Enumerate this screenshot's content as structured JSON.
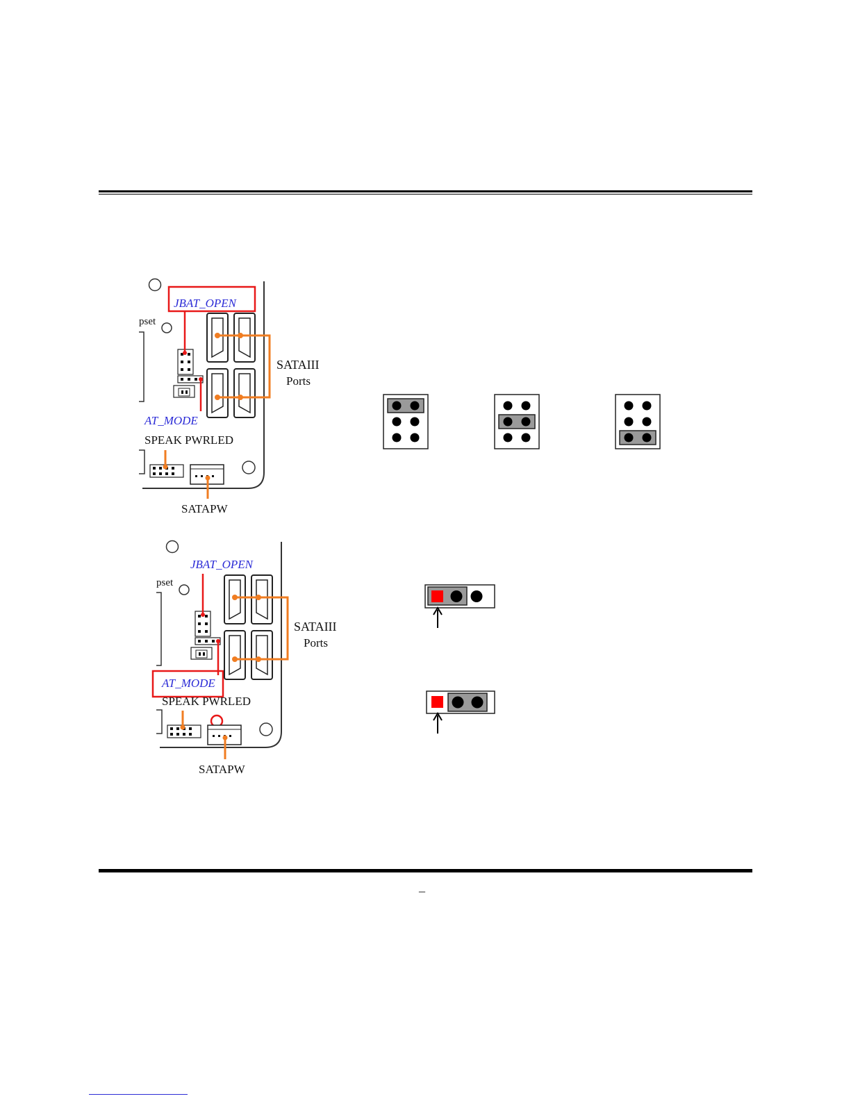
{
  "colors": {
    "highlight_box": "#e81818",
    "connector_line": "#f07d22",
    "jumper_label": "#2b2bd6",
    "cap_red": "#ff0000",
    "jumper_fill": "#9a9a9a"
  },
  "figure1": {
    "jbat_label": "JBAT_OPEN",
    "atmode_label": "AT_MODE",
    "pset_label": "pset",
    "sata_label_line1": "SATAIII",
    "sata_label_line2": "Ports",
    "speak_pwrled_label": "SPEAK PWRLED",
    "satapw_label": "SATAPW",
    "highlighted": "JBAT_OPEN"
  },
  "figure2": {
    "jbat_label": "JBAT_OPEN",
    "atmode_label": "AT_MODE",
    "pset_label": "pset",
    "sata_label_line1": "SATAIII",
    "sata_label_line2": "Ports",
    "speak_pwrled_label": "SPEAK PWRLED",
    "satapw_label": "SATAPW",
    "highlighted": "AT_MODE"
  },
  "jbat_settings": [
    {
      "capped_row": 1
    },
    {
      "capped_row": 2
    },
    {
      "capped_row": 3
    }
  ],
  "atmode_settings": [
    {
      "capped_pins": "1-2"
    },
    {
      "capped_pins": "2-3"
    }
  ],
  "footer": {
    "page_mark": "_"
  }
}
